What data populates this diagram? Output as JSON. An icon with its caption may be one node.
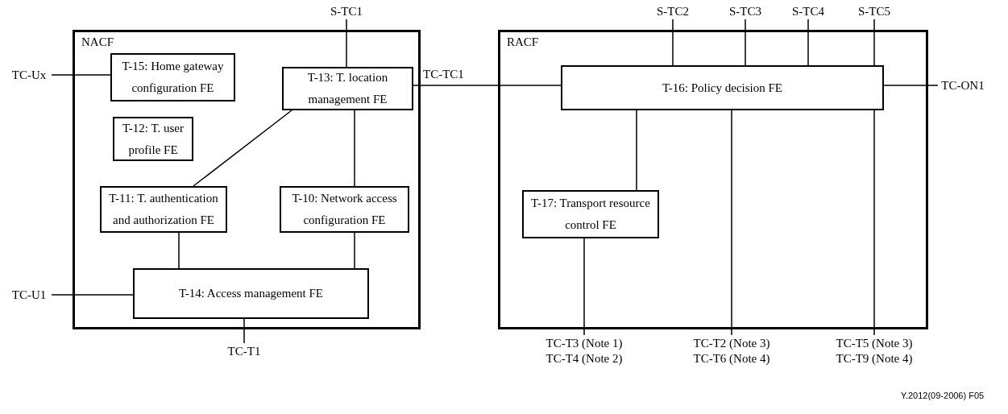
{
  "diagram": {
    "nodes": [
      {
        "text": [
          "NACF"
        ]
      },
      {
        "text": [
          "T-15: Home gateway configuration FE"
        ],
        "in": 0
      },
      {
        "text": [
          "T-13: T. location management FE"
        ],
        "in": 0
      },
      {
        "text": [
          "T-12: T. user profile FE"
        ],
        "in": 0
      },
      {
        "text": [
          "T-11: T. authentication and authorization FE"
        ],
        "in": 0
      },
      {
        "text": [
          "T-10: Network access configuration FE"
        ],
        "in": 0
      },
      {
        "text": [
          "T-14: Access management FE"
        ],
        "in": 0
      },
      {
        "text": [
          "RACF"
        ]
      },
      {
        "text": [
          "T-16: Policy decision FE"
        ],
        "in": 7
      },
      {
        "text": [
          "T-17: Transport resource control FE"
        ],
        "in": 7
      },
      {
        "text": [
          "S-TC1"
        ]
      },
      {
        "text": [
          "TC-Ux"
        ]
      },
      {
        "text": [
          "TC-U1"
        ]
      },
      {
        "text": [
          "TC-T1"
        ]
      },
      {
        "text": [
          "S-TC2"
        ]
      },
      {
        "text": [
          "S-TC3"
        ]
      },
      {
        "text": [
          "S-TC4"
        ]
      },
      {
        "text": [
          "S-TC5"
        ]
      },
      {
        "text": [
          "TC-ON1"
        ]
      },
      {
        "text": [
          "TC-T3 (Note 1)",
          "TC-T4 (Note 2)"
        ]
      },
      {
        "text": [
          "TC-T2 (Note 3)",
          "TC-T6 (Note 4)"
        ]
      },
      {
        "text": [
          "TC-T5 (Note 3)",
          "TC-T9 (Note 4)"
        ]
      }
    ],
    "edges": [
      {
        "from": 10,
        "to": 2,
        "arrow": "none"
      },
      {
        "from": 11,
        "to": 1,
        "arrow": "none"
      },
      {
        "from": 2,
        "to": 8,
        "arrow": "none",
        "label": "TC-TC1"
      },
      {
        "from": 4,
        "to": 2,
        "arrow": "none"
      },
      {
        "from": 2,
        "to": 5,
        "arrow": "none"
      },
      {
        "from": 4,
        "to": 6,
        "arrow": "none"
      },
      {
        "from": 5,
        "to": 6,
        "arrow": "none"
      },
      {
        "from": 12,
        "to": 6,
        "arrow": "none"
      },
      {
        "from": 6,
        "to": 13,
        "arrow": "none"
      },
      {
        "from": 14,
        "to": 8,
        "arrow": "none"
      },
      {
        "from": 15,
        "to": 8,
        "arrow": "none"
      },
      {
        "from": 16,
        "to": 8,
        "arrow": "none"
      },
      {
        "from": 17,
        "to": 8,
        "arrow": "none"
      },
      {
        "from": 8,
        "to": 18,
        "arrow": "none"
      },
      {
        "from": 8,
        "to": 9,
        "arrow": "none"
      },
      {
        "from": 9,
        "to": 19,
        "arrow": "none"
      },
      {
        "from": 8,
        "to": 20,
        "arrow": "none"
      },
      {
        "from": 8,
        "to": 21,
        "arrow": "none"
      }
    ],
    "labels": [
      "Y.2012(09-2006) F05"
    ]
  }
}
